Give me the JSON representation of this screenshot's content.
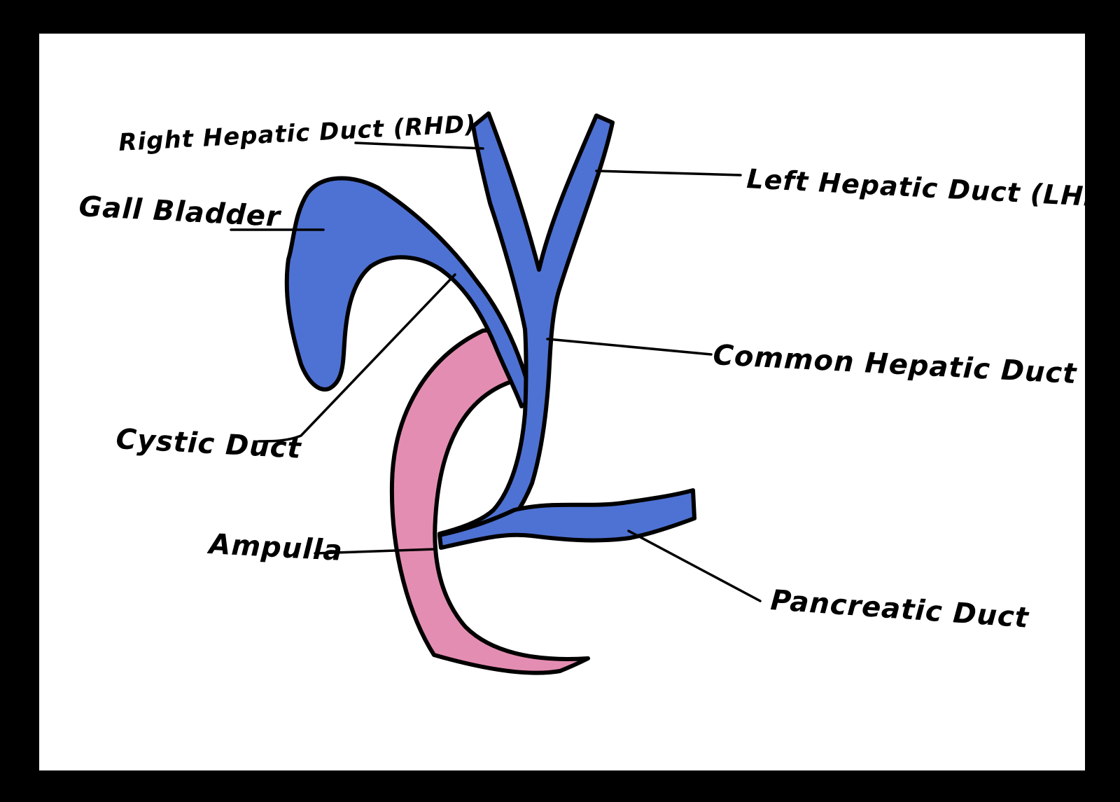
{
  "colors": {
    "frame": "#000000",
    "background": "#ffffff",
    "biliary": "#4e72d3",
    "duodenum": "#e48db2",
    "outline": "#000000"
  },
  "labels": {
    "right_hepatic_duct": "Right Hepatic Duct (RHD)",
    "left_hepatic_duct": "Left Hepatic Duct (LHD)",
    "gall_bladder": "Gall Bladder",
    "common_hepatic_duct": "Common Hepatic Duct (CHD)",
    "cystic_duct": "Cystic Duct",
    "ampulla": "Ampulla",
    "pancreatic_duct": "Pancreatic Duct"
  }
}
